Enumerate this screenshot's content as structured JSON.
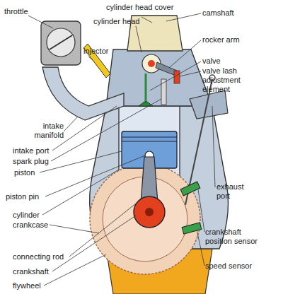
{
  "diagram": {
    "labels": [
      "throttle",
      "cylinder head cover",
      "camshaft",
      "cylinder head",
      "rocker arm",
      "injector",
      "valve",
      "valve lash adjustment element",
      "intake manifold",
      "intake port",
      "spark plug",
      "piston",
      "exhaust port",
      "piston pin",
      "cylinder",
      "crankcase",
      "crankshaft position sensor",
      "connecting rod",
      "speed sensor",
      "crankshaft",
      "flywheel"
    ]
  }
}
